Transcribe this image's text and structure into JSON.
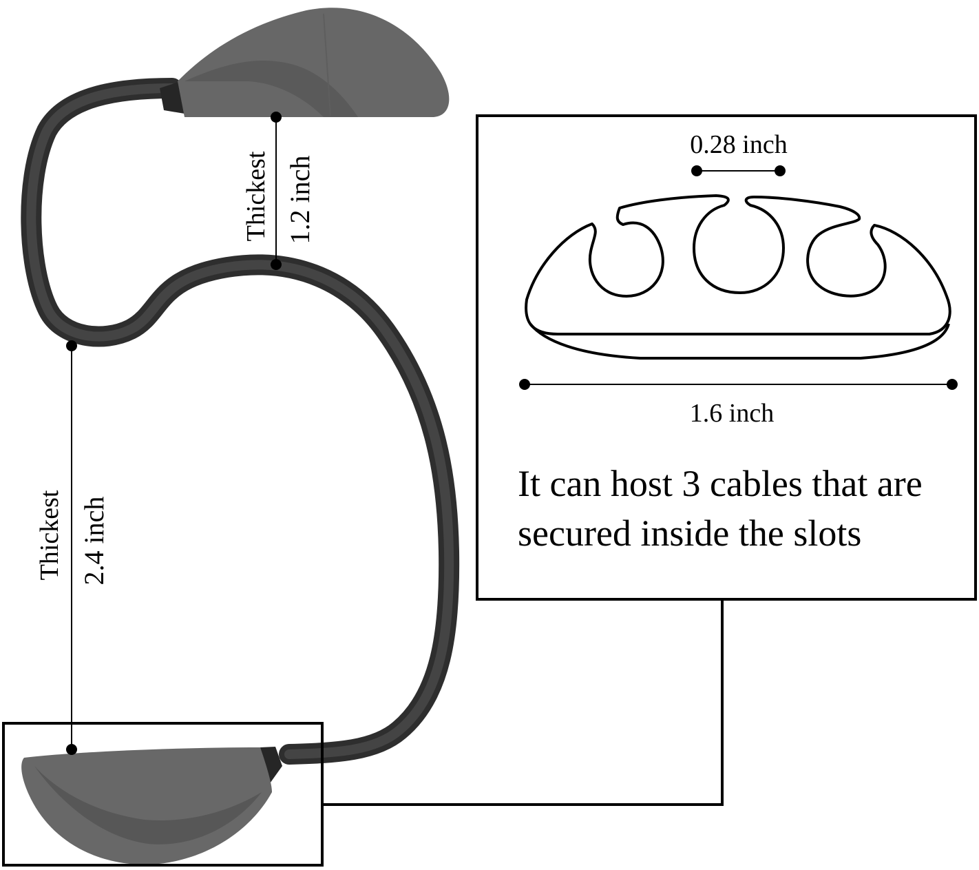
{
  "colors": {
    "cable": "#3a3a3a",
    "cable_dark": "#2c2c2c",
    "end_piece": "#676767",
    "end_piece_shade": "#555555",
    "line": "#000000",
    "background": "#ffffff"
  },
  "top_dimension": {
    "label": "Thickest",
    "value": "1.2 inch"
  },
  "side_dimension": {
    "label": "Thickest",
    "value": "2.4 inch"
  },
  "detail_box": {
    "slot_gap": "0.28 inch",
    "width": "1.6 inch",
    "caption_line1": "It can host 3 cables that are",
    "caption_line2": "secured inside the slots"
  }
}
